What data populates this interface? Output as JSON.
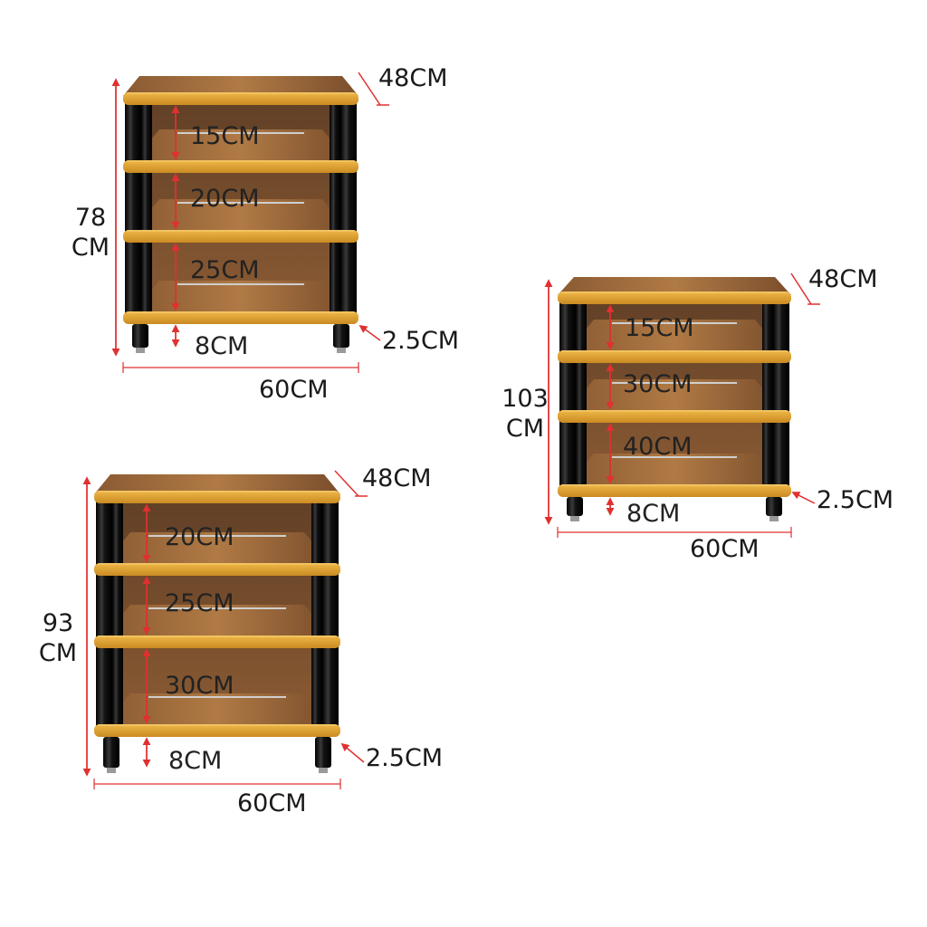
{
  "racks": [
    {
      "id": "rack-78",
      "height_value": "78",
      "height_unit": "CM",
      "depth": "48CM",
      "width": "60CM",
      "shelf_thickness": "2.5CM",
      "gaps": [
        "15CM",
        "20CM",
        "25CM",
        "8CM"
      ]
    },
    {
      "id": "rack-103",
      "height_value": "103",
      "height_unit": "CM",
      "depth": "48CM",
      "width": "60CM",
      "shelf_thickness": "2.5CM",
      "gaps": [
        "15CM",
        "30CM",
        "40CM",
        "8CM"
      ]
    },
    {
      "id": "rack-93",
      "height_value": "93",
      "height_unit": "CM",
      "depth": "48CM",
      "width": "60CM",
      "shelf_thickness": "2.5CM",
      "gaps": [
        "20CM",
        "25CM",
        "30CM",
        "8CM"
      ]
    }
  ],
  "colors": {
    "wood": "#c98a3a",
    "wood_dark": "#6e4a2c",
    "edge_trim": "#e2a636",
    "pillar": "#111111",
    "dimension_line": "#e03030"
  }
}
